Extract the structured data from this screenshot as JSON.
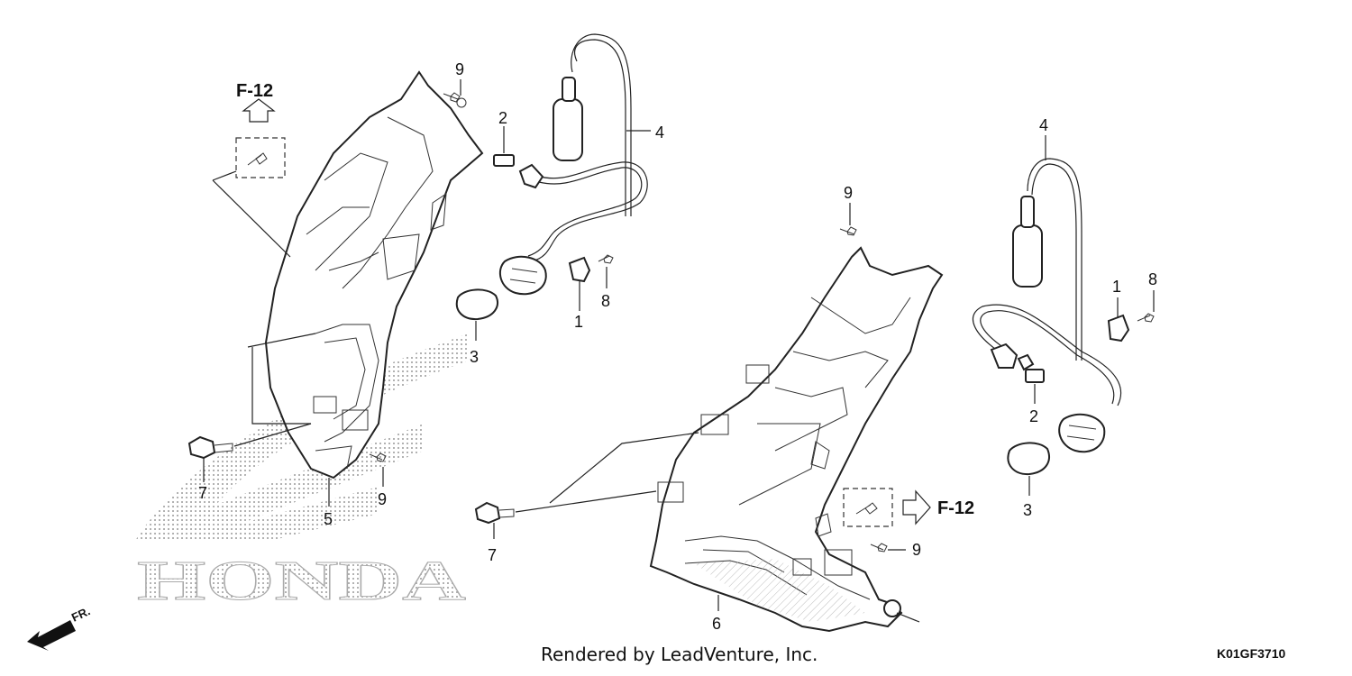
{
  "watermark": "HONDA",
  "ref_label": "F-12",
  "direction_label": "FR.",
  "credit": "Rendered by LeadVenture, Inc.",
  "diagram_code": "K01GF3710",
  "callouts": {
    "left_9_top": "9",
    "left_2": "2",
    "left_4": "4",
    "left_8": "8",
    "left_1": "1",
    "left_3": "3",
    "left_7": "7",
    "left_5": "5",
    "left_9_bottom": "9",
    "right_9_top": "9",
    "right_4": "4",
    "right_1": "1",
    "right_8": "8",
    "right_2": "2",
    "right_3": "3",
    "right_7": "7",
    "right_9_bottom": "9",
    "right_6": "6"
  }
}
